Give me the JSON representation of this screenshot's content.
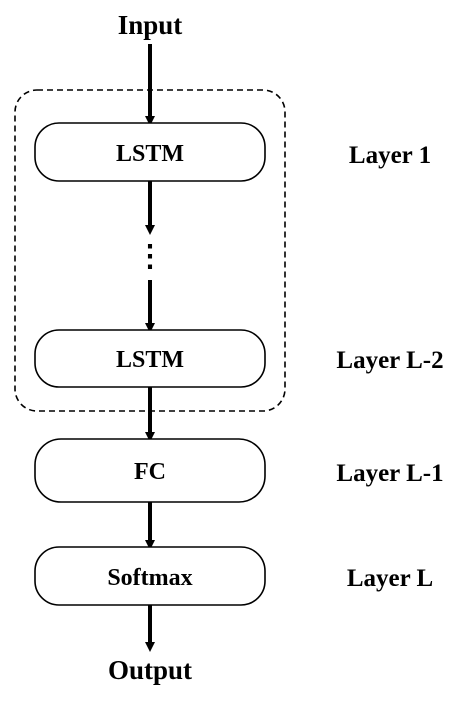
{
  "diagram": {
    "input_label": "Input",
    "output_label": "Output",
    "ellipsis": "⋮",
    "nodes": [
      {
        "id": "lstm-1",
        "label": "LSTM"
      },
      {
        "id": "lstm-l2",
        "label": "LSTM"
      },
      {
        "id": "fc",
        "label": "FC"
      },
      {
        "id": "softmax",
        "label": "Softmax"
      }
    ],
    "layer_labels": [
      "Layer 1",
      "Layer L-2",
      "Layer L-1",
      "Layer L"
    ],
    "colors": {
      "stroke": "#000000",
      "background": "#ffffff"
    }
  }
}
